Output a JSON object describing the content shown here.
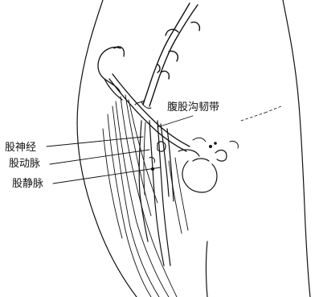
{
  "labels": {
    "inguinal_ligament": "腹股沟韧带",
    "femoral_nerve": "股神经",
    "femoral_artery": "股动脉",
    "femoral_vein": "股静脉"
  },
  "colors": {
    "ink": "#111111",
    "background": "#ffffff"
  }
}
